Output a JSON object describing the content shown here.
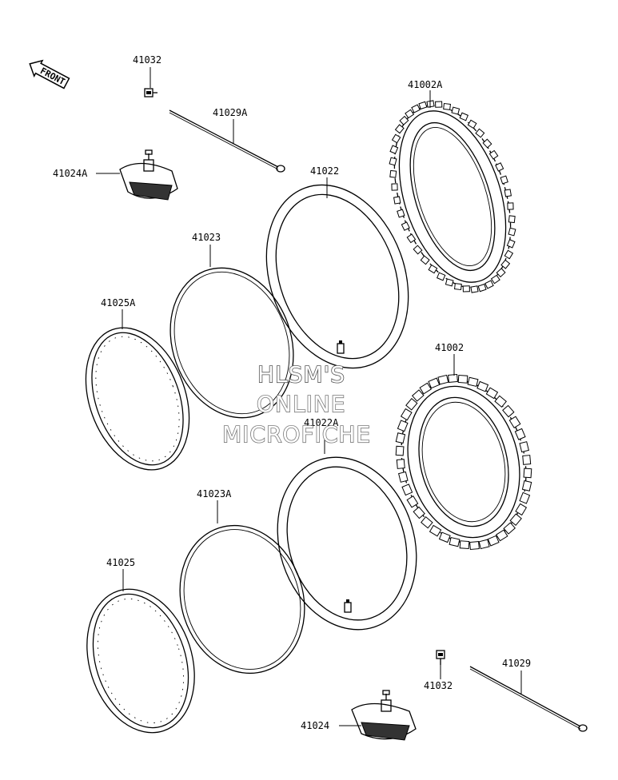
{
  "orientation": {
    "front_label": "FRONT"
  },
  "parts": {
    "p41032_top": "41032",
    "p41029a": "41029A",
    "p41024a": "41024A",
    "p41002a": "41002A",
    "p41022": "41022",
    "p41023": "41023",
    "p41025a": "41025A",
    "p41002": "41002",
    "p41022a": "41022A",
    "p41023a": "41023A",
    "p41025": "41025",
    "p41029": "41029",
    "p41032_bottom": "41032",
    "p41024": "41024"
  },
  "watermark": {
    "line1": "HLSM'S",
    "line2": "ONLINE",
    "line3": "MICROFICHE"
  }
}
